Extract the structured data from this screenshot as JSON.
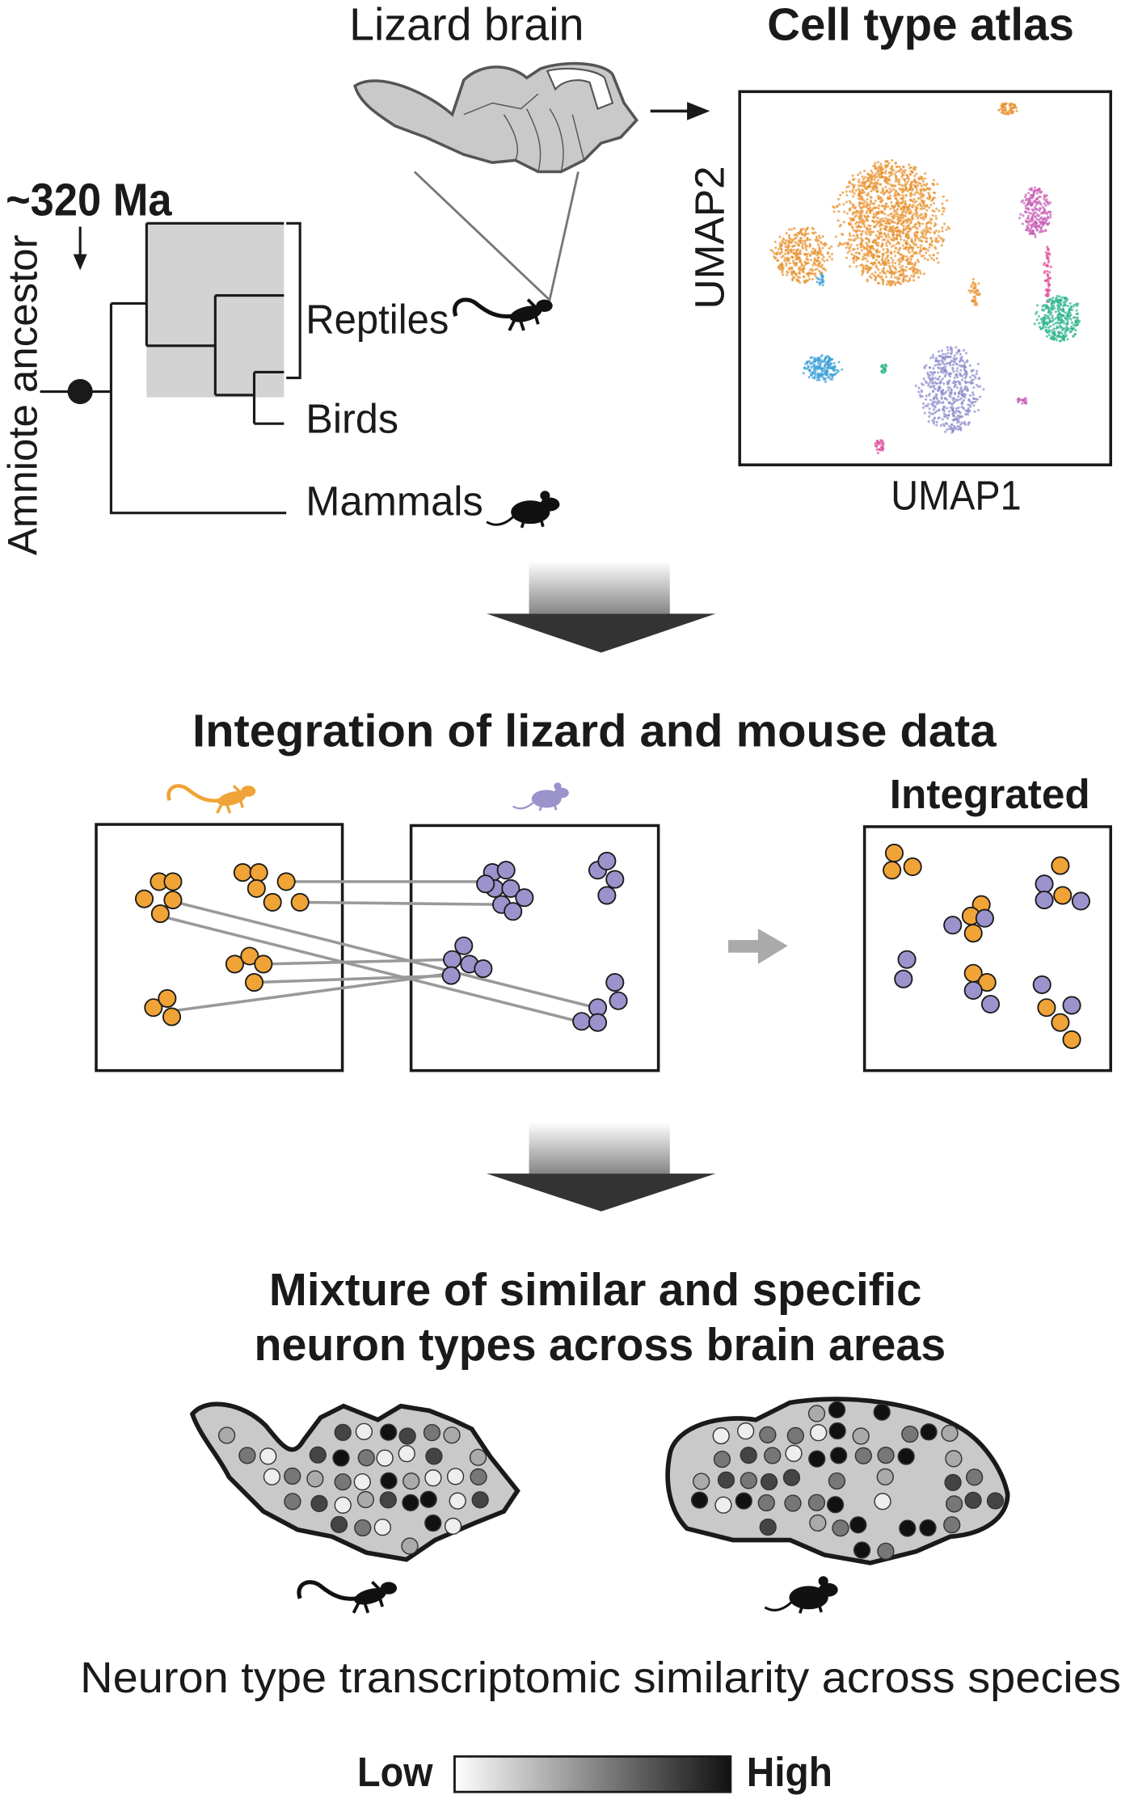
{
  "top": {
    "lizard_brain_label": "Lizard brain",
    "atlas_title": "Cell type atlas",
    "time_label": "~320 Ma",
    "ancestor_label": "Amniote ancestor",
    "clades": [
      "Reptiles",
      "Birds",
      "Mammals"
    ],
    "umap_x_label": "UMAP1",
    "umap_y_label": "UMAP2"
  },
  "middle": {
    "title": "Integration of lizard and mouse data",
    "integrated_label": "Integrated"
  },
  "bottom": {
    "title_line1": "Mixture of similar and specific",
    "title_line2": "neuron types across brain areas",
    "similarity_label": "Neuron type transcriptomic similarity across species",
    "legend_low": "Low",
    "legend_high": "High"
  },
  "colors": {
    "lizard": "#f0a336",
    "mouse": "#9b93cc",
    "umap_orange": "#e8912e",
    "umap_magenta": "#c85db4",
    "umap_green": "#2cb48c",
    "umap_blue": "#3a9fd8",
    "umap_purple": "#8e8ccc",
    "umap_pink": "#e0509a",
    "connector": "#999999",
    "brain_gray": "#cccccc"
  }
}
